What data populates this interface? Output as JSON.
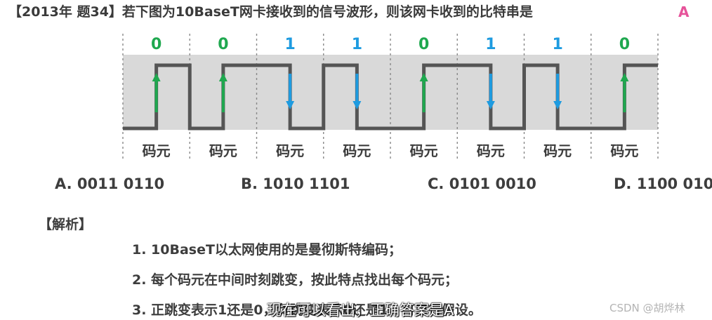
{
  "question": {
    "title": "【2013年 题34】若下图为10BaseT网卡接收到的信号波形，则该网卡收到的比特串是",
    "answer_mark": "A"
  },
  "diagram": {
    "bits": [
      "0",
      "0",
      "1",
      "1",
      "0",
      "1",
      "1",
      "0"
    ],
    "cell_label": "码元",
    "colors": {
      "zero": "#1fa84f",
      "one": "#1e9be0",
      "waveform": "#555555",
      "shading": "#d9d9d9"
    }
  },
  "options": [
    {
      "text": "A. 0011 0110"
    },
    {
      "text": "B. 1010 1101"
    },
    {
      "text": "C. 0101 0010"
    },
    {
      "text": "D. 1100 010"
    }
  ],
  "analysis": {
    "title": "【解析】",
    "lines": [
      "1. 10BaseT以太网使用的是曼彻斯特编码；",
      "2. 每个码元在中间时刻跳变，按此特点找出每个码元；",
      "3. 正跳变表示1还是0，负跳变表示0还是1，可自行假设。"
    ]
  },
  "subtitle": "现在可以看出，正确答案是A",
  "watermark": "CSDN @胡烨林"
}
